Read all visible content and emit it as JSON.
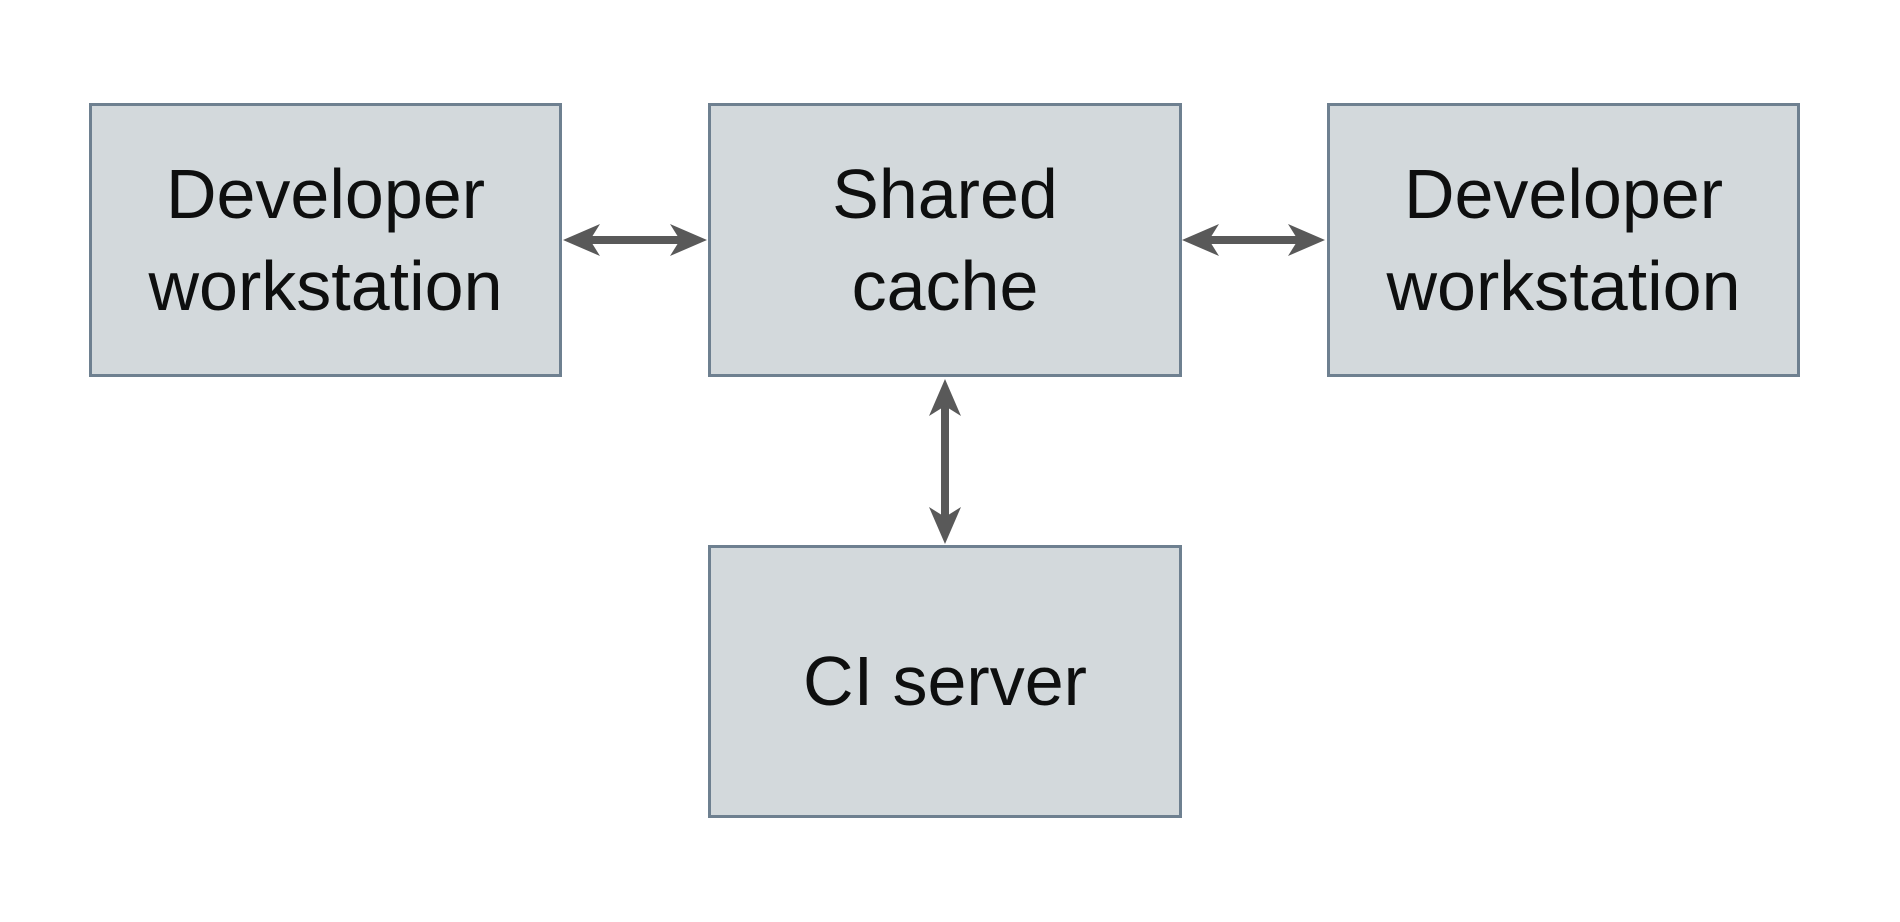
{
  "diagram": {
    "background_color": "#ffffff",
    "node_fill_color": "#d3d9dc",
    "node_border_color": "#6e8090",
    "arrow_color": "#595959",
    "text_color": "#0e0f0f",
    "nodes": [
      {
        "id": "developer-workstation-left",
        "label": "Developer\nworkstation"
      },
      {
        "id": "shared-cache",
        "label": "Shared\ncache"
      },
      {
        "id": "developer-workstation-right",
        "label": "Developer\nworkstation"
      },
      {
        "id": "ci-server",
        "label": "CI server"
      }
    ],
    "edges": [
      {
        "from": "developer-workstation-left",
        "to": "shared-cache",
        "direction": "bidirectional",
        "orientation": "horizontal"
      },
      {
        "from": "shared-cache",
        "to": "developer-workstation-right",
        "direction": "bidirectional",
        "orientation": "horizontal"
      },
      {
        "from": "shared-cache",
        "to": "ci-server",
        "direction": "bidirectional",
        "orientation": "vertical"
      }
    ]
  }
}
